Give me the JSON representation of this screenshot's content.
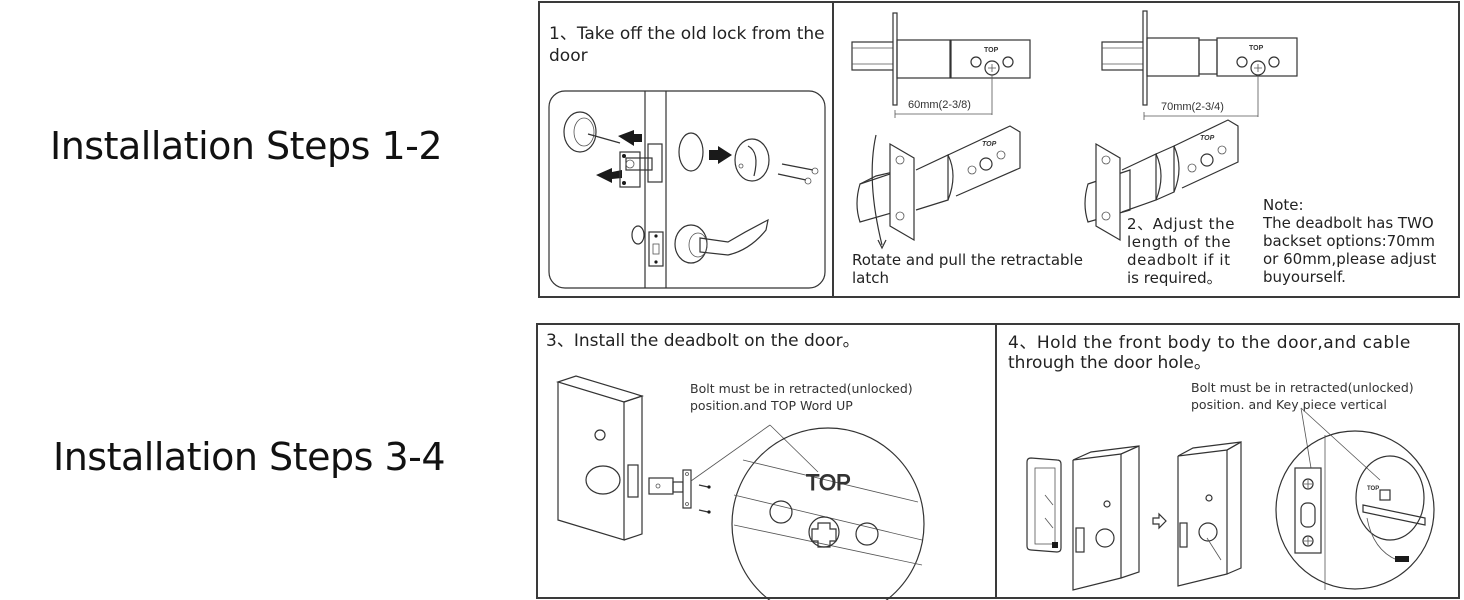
{
  "rows": [
    {
      "title": "Installation Steps 1-2",
      "panels": [
        {
          "heading_line1": "1、Take off the old lock from the",
          "heading_line2": "door"
        },
        {
          "dimension_60": "60mm(2-3/8)",
          "dimension_70": "70mm(2-3/4)",
          "top_label": "TOP",
          "rotate_caption_line1": "Rotate and pull the retractable",
          "rotate_caption_line2": "latch",
          "step2_line1": "2、Adjust the",
          "step2_line2": "length of the",
          "step2_line3": "deadbolt if it",
          "step2_line4": "is required。",
          "note_title": "Note:",
          "note_line1": "The deadbolt has TWO",
          "note_line2": "backset options:70mm",
          "note_line3": "or 60mm,please adjust",
          "note_line4": "buyourself."
        }
      ]
    },
    {
      "title": "Installation Steps 3-4",
      "panels": [
        {
          "heading": "3、Install the deadbolt on the door。",
          "callout_line1": "Bolt must be in retracted(unlocked)",
          "callout_line2": "position.and TOP Word UP",
          "zoom_label": "TOP"
        },
        {
          "heading_line1": "4、Hold the front body to the door,and cable",
          "heading_line2": "through the door hole。",
          "callout_line1": "Bolt must be in retracted(unlocked)",
          "callout_line2": "position. and Key piece vertical",
          "zoom_label": "TOP"
        }
      ]
    }
  ]
}
